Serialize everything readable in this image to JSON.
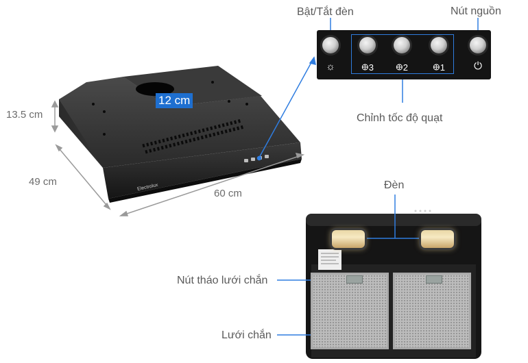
{
  "labels": {
    "light_toggle": "Bật/Tắt đèn",
    "power_button": "Nút nguồn",
    "fan_speed": "Chỉnh tốc độ quạt",
    "lamp": "Đèn",
    "filter_release": "Nút tháo lưới chắn",
    "filter": "Lưới chắn"
  },
  "dimensions": {
    "duct": "12 cm",
    "height": "13.5 cm",
    "depth": "49 cm",
    "width": "60 cm"
  },
  "panel": {
    "speed_symbols": [
      "𐃏3",
      "𐃏2",
      "𐃏1"
    ],
    "light_symbol": "☼",
    "power_symbol": "⏻"
  },
  "brand": "Electrolux",
  "colors": {
    "accent": "#1e6fd0",
    "hood_body": "#1c1c1c",
    "label_text": "#5a5a5a"
  }
}
